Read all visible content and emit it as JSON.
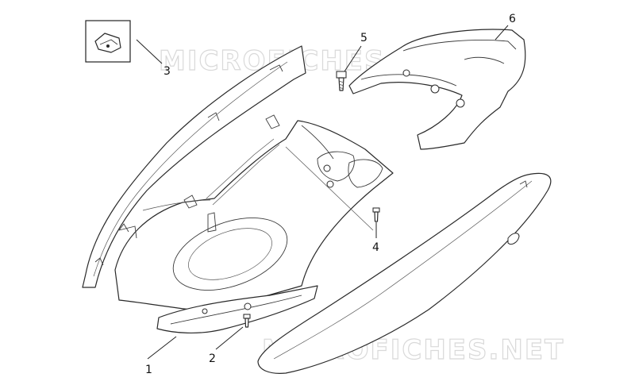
{
  "watermark": {
    "text": "MICROFICHES.NET"
  },
  "callouts": [
    {
      "id": "1",
      "label": "1"
    },
    {
      "id": "2",
      "label": "2"
    },
    {
      "id": "3",
      "label": "3"
    },
    {
      "id": "4",
      "label": "4"
    },
    {
      "id": "5",
      "label": "5"
    },
    {
      "id": "6",
      "label": "6"
    }
  ]
}
